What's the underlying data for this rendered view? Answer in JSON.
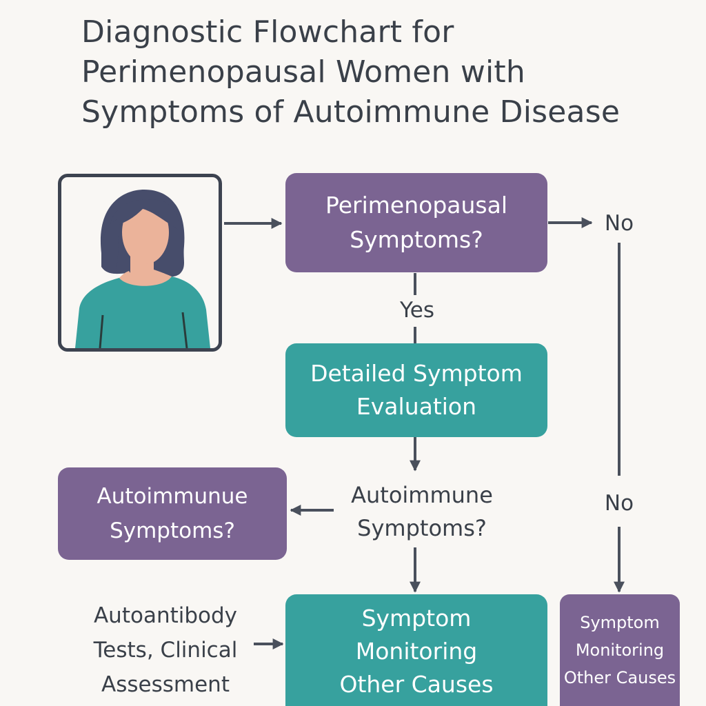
{
  "title": {
    "line1": "Diagnostic Flowchart for",
    "line2": "Perimenopausal Women with",
    "line3": "Symptoms of Autoimmune Disease"
  },
  "patient_icon": "woman-avatar-icon",
  "nodes": {
    "perimenopausal_question": "Perimenopausal\nSymptoms?",
    "detailed_evaluation": "Detailed Symptom\nEvaluation",
    "autoimmune_question_text": "Autoimmune\nSymptoms?",
    "autoimmune_question_box": "Autoimmunue\nSymptoms?",
    "symptom_monitoring_main": "Symptom\nMonitoring\nOther Causes",
    "symptom_monitoring_right": "Symptom\nMonitoring\nOther Causes",
    "autoantibody_tests": "Autoantibody\nTests, Clinical\nAssessment"
  },
  "edge_labels": {
    "yes": "Yes",
    "no_top": "No",
    "no_mid": "No"
  },
  "colors": {
    "purple": "#7b6492",
    "teal": "#37a19e",
    "text_dark": "#3a4049",
    "arrow": "#4a505c",
    "hair": "#474d6b",
    "skin": "#ebb39a",
    "shirt": "#37a19e",
    "background": "#f9f7f4"
  }
}
